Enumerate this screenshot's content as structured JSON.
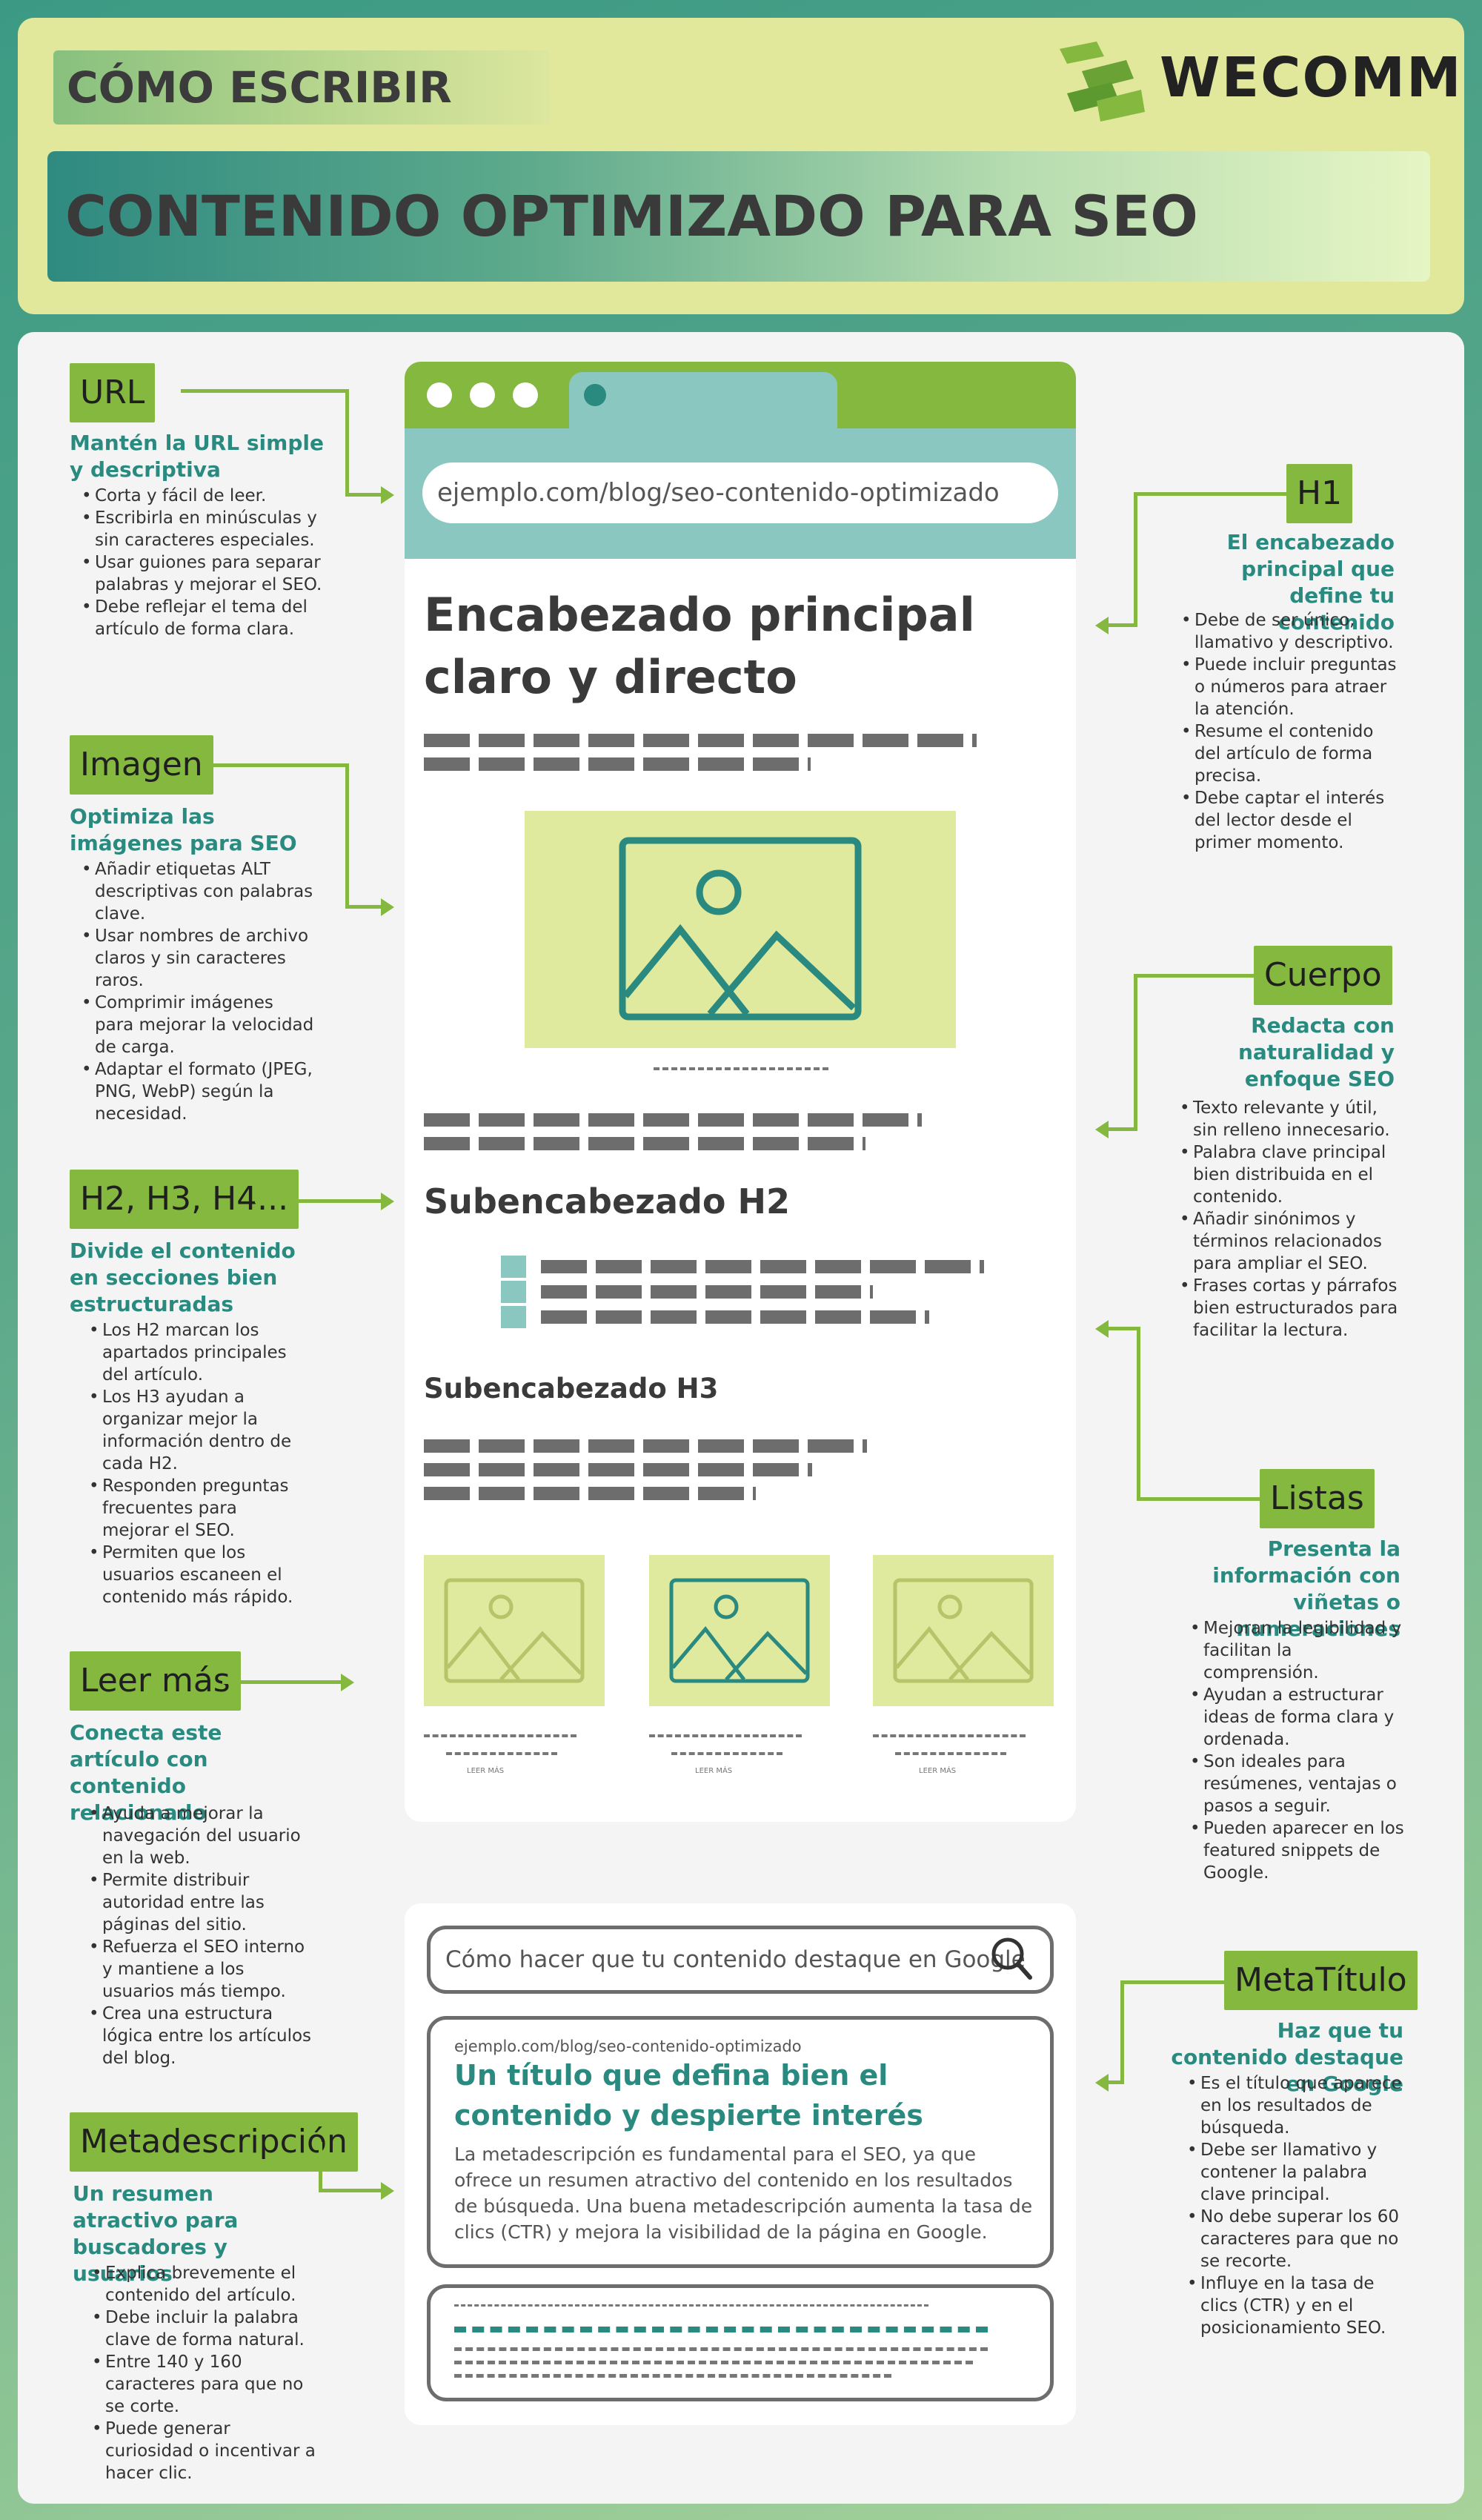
{
  "header": {
    "kicker": "CÓMO ESCRIBIR",
    "headline": "CONTENIDO OPTIMIZADO PARA SEO",
    "brand": "WECOMM"
  },
  "left": [
    {
      "tag": "URL",
      "title": "Mantén la URL simple y descriptiva",
      "items": [
        "Corta y fácil de leer.",
        "Escribirla en minúsculas y sin caracteres especiales.",
        "Usar guiones para separar palabras y mejorar el SEO.",
        "Debe reflejar el tema del artículo de forma clara."
      ]
    },
    {
      "tag": "Imagen",
      "title": "Optimiza las imágenes para SEO",
      "items": [
        "Añadir etiquetas ALT descriptivas con palabras clave.",
        "Usar nombres de archivo claros y sin caracteres raros.",
        "Comprimir imágenes para mejorar la velocidad de carga.",
        "Adaptar el formato (JPEG, PNG, WebP) según la necesidad."
      ]
    },
    {
      "tag": "H2, H3, H4...",
      "title": "Divide el contenido en secciones bien estructuradas",
      "items": [
        "Los H2 marcan los apartados principales del artículo.",
        "Los H3 ayudan a organizar mejor la información dentro de cada H2.",
        "Responden preguntas frecuentes para mejorar el SEO.",
        "Permiten que los usuarios escaneen el contenido más rápido."
      ]
    },
    {
      "tag": "Leer más",
      "title": "Conecta este artículo con contenido relacionado",
      "items": [
        "Ayuda a mejorar la navegación del usuario en la web.",
        "Permite distribuir autoridad entre las páginas del sitio.",
        "Refuerza el SEO interno y mantiene a los usuarios más tiempo.",
        "Crea una estructura lógica entre los artículos del blog."
      ]
    },
    {
      "tag": "Metadescripción",
      "title": "Un resumen atractivo para buscadores y usuarios",
      "items": [
        "Explica brevemente el contenido del artículo.",
        "Debe incluir la palabra clave de forma natural.",
        "Entre 140 y 160 caracteres para que no se corte.",
        "Puede generar curiosidad o incentivar a hacer clic."
      ]
    }
  ],
  "right": [
    {
      "tag": "H1",
      "title": "El encabezado principal que define tu contenido",
      "items": [
        "Debe de ser único, llamativo y descriptivo.",
        "Puede incluir preguntas o números para atraer la atención.",
        "Resume el contenido del artículo de forma precisa.",
        "Debe captar el interés del lector desde el primer momento."
      ]
    },
    {
      "tag": "Cuerpo",
      "title": "Redacta con naturalidad y enfoque SEO",
      "items": [
        "Texto relevante y útil, sin relleno innecesario.",
        "Palabra clave principal bien distribuida en el contenido.",
        "Añadir sinónimos y términos relacionados para ampliar el SEO.",
        "Frases cortas y párrafos bien estructurados para facilitar la lectura."
      ]
    },
    {
      "tag": "Listas",
      "title": "Presenta la información con viñetas o numeraciones",
      "items": [
        "Mejoran la legibilidad y facilitan la comprensión.",
        "Ayudan a estructurar ideas de forma clara y ordenada.",
        "Son ideales para resúmenes, ventajas o pasos a seguir.",
        "Pueden aparecer en los featured snippets de Google."
      ]
    },
    {
      "tag": "MetaTítulo",
      "title": "Haz que tu contenido destaque en Google",
      "items": [
        "Es el título que aparece en los resultados de búsqueda.",
        "Debe ser llamativo y contener la palabra clave principal.",
        "No debe superar los 60 caracteres para que no se recorte.",
        "Influye en la tasa de clics (CTR) y en el posicionamiento SEO."
      ]
    }
  ],
  "browser": {
    "url": "ejemplo.com/blog/seo-contenido-optimizado",
    "h1": "Encabezado principal claro y directo",
    "h2": "Subencabezado H2",
    "h3": "Subencabezado H3",
    "readmore": "LEER MÁS"
  },
  "search": {
    "query": "Cómo hacer que tu contenido destaque en Google",
    "result_url": "ejemplo.com/blog/seo-contenido-optimizado",
    "result_title": "Un título que defina bien el contenido y despierte interés",
    "result_desc": "La metadescripción es fundamental para el SEO, ya que ofrece un resumen atractivo del contenido en los resultados de búsqueda. Una buena metadescripción aumenta la tasa de clics (CTR) y mejora la visibilidad de la página en Google."
  },
  "colors": {
    "green": "#84b83e",
    "teal": "#2a8a80",
    "light_teal": "#8ac7c0",
    "lime": "#dfea9f"
  }
}
